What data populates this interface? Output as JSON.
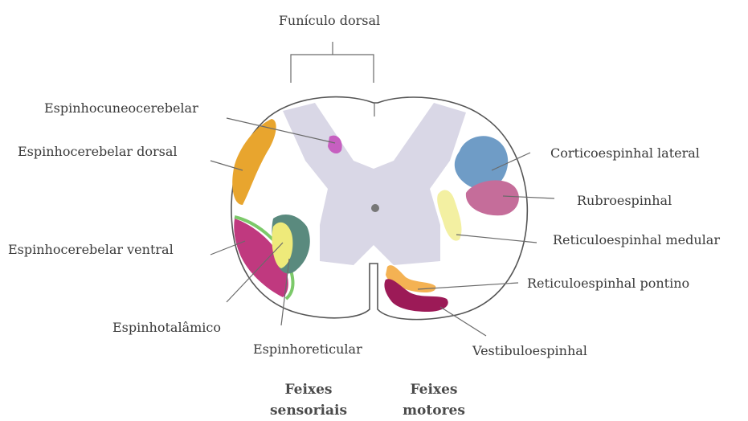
{
  "labels": {
    "funiculo_dorsal": "Funículo dorsal",
    "espinhocuneocerebelar": "Espinhocuneocerebelar",
    "espinhocerebelar_dorsal": "Espinhocerebelar dorsal",
    "espinhocerebelar_ventral": "Espinhocerebelar ventral",
    "espinhotalamico": "Espinhotalâmico",
    "espinhoreticular": "Espinhoreticular",
    "corticoespinhal_lateral": "Corticoespinhal lateral",
    "rubroespinhal": "Rubroespinhal",
    "reticuloespinhal_medular": "Reticuloespinhal medular",
    "reticuloespinhal_pontino": "Reticuloespinhal pontino",
    "vestibuloespinhal": "Vestibuloespinhal"
  },
  "groups": {
    "sensory_line1": "Feixes",
    "sensory_line2": "sensoriais",
    "motor_line1": "Feixes",
    "motor_line2": "motores"
  },
  "colors": {
    "grey_matter": "#d9d7e6",
    "central_canal": "#777777",
    "espinhocuneocerebelar": "#c65fc0",
    "espinhocerebelar_dorsal": "#e8a52e",
    "espinhocerebelar_ventral": "#c0397f",
    "ventral_green": "#7cc96a",
    "espinhotalamico": "#eeea7a",
    "espinhoreticular": "#5a8a7e",
    "corticoespinhal_lateral": "#6f9cc6",
    "rubroespinhal": "#c56d9a",
    "reticuloespinhal_medular": "#f3f0a2",
    "reticuloespinhal_pontino": "#f4b253",
    "vestibuloespinhal": "#9c1a57"
  }
}
